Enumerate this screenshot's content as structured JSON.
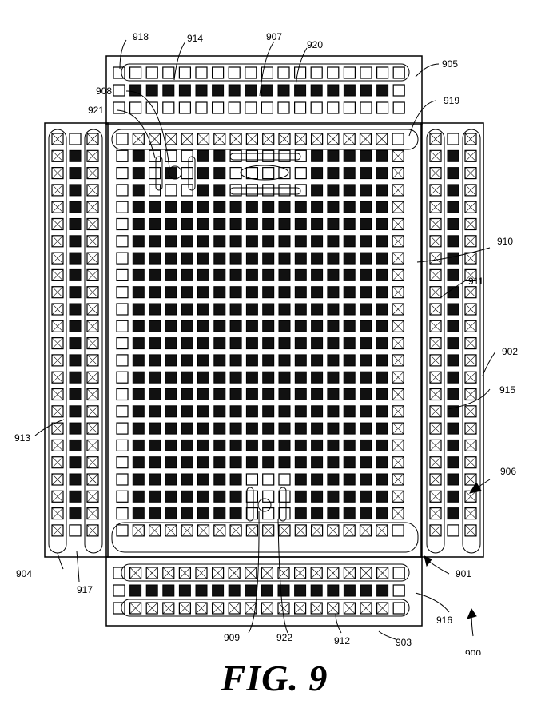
{
  "figure": {
    "caption": "FIG. 9",
    "reference_numerals": [
      "900",
      "901",
      "902",
      "903",
      "904",
      "905",
      "906",
      "907",
      "908",
      "909",
      "910",
      "911",
      "912",
      "913",
      "914",
      "915",
      "916",
      "917",
      "918",
      "919",
      "920",
      "921",
      "922"
    ]
  }
}
